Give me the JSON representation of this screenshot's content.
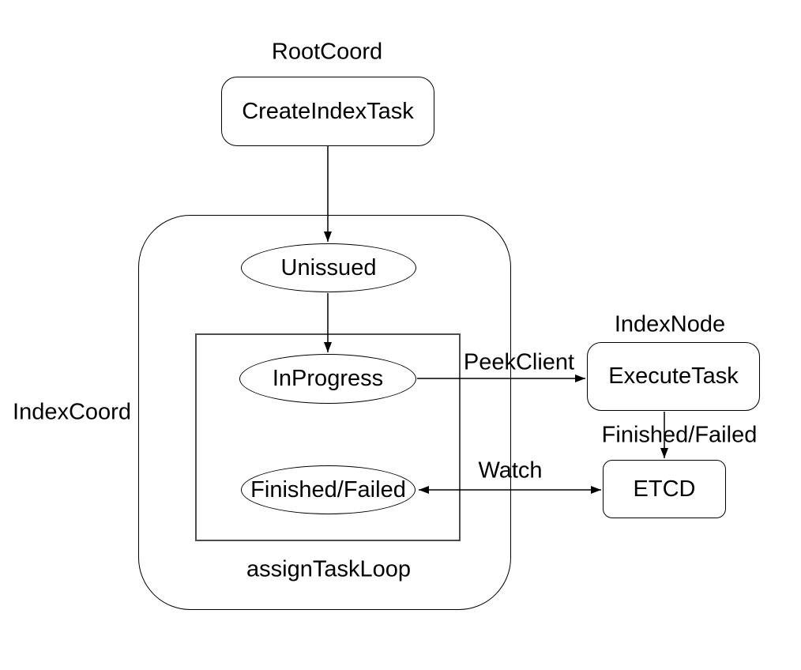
{
  "diagram": {
    "colors": {
      "background": "#ffffff",
      "stroke": "#000000",
      "inner_rect_stroke": "#4d4d4d",
      "text": "#000000"
    },
    "region_labels": {
      "root_coord": "RootCoord",
      "index_coord": "IndexCoord",
      "assign_task_loop": "assignTaskLoop",
      "index_node": "IndexNode"
    },
    "nodes": {
      "create_index_task": "CreateIndexTask",
      "unissued": "Unissued",
      "in_progress": "InProgress",
      "finished_failed": "Finished/Failed",
      "execute_task": "ExecuteTask",
      "etcd": "ETCD"
    },
    "edge_labels": {
      "peek_client": "PeekClient",
      "finished_failed": "Finished/Failed",
      "watch": "Watch"
    },
    "edges": [
      {
        "from": "create_index_task",
        "to": "unissued",
        "label": "",
        "direction": "one-way"
      },
      {
        "from": "unissued",
        "to": "in_progress",
        "label": "",
        "direction": "one-way"
      },
      {
        "from": "in_progress",
        "to": "execute_task",
        "label": "PeekClient",
        "direction": "one-way"
      },
      {
        "from": "execute_task",
        "to": "etcd",
        "label": "Finished/Failed",
        "direction": "one-way"
      },
      {
        "from": "etcd",
        "to": "finished_failed",
        "label": "Watch",
        "direction": "two-way"
      }
    ]
  }
}
